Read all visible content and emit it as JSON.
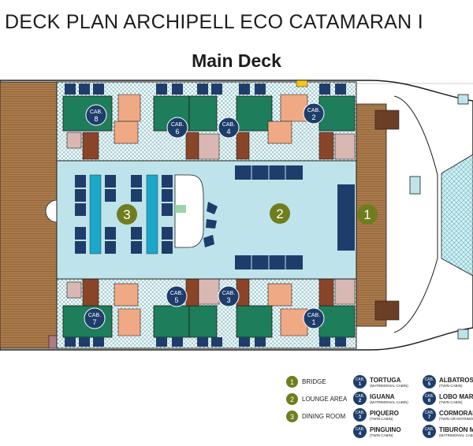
{
  "title": "DECK PLAN ARCHIPELL ECO CATAMARAN I",
  "subtitle": "Main Deck",
  "cabin_prefix": "CAB.",
  "zones": [
    {
      "num": "1",
      "name": "BRIDGE"
    },
    {
      "num": "2",
      "name": "LOUNGE AREA"
    },
    {
      "num": "3",
      "name": "DINING ROOM"
    }
  ],
  "cabins": [
    {
      "num": "1",
      "name": "TORTUGA",
      "type": "(MATRIMONIAL CABIN)"
    },
    {
      "num": "2",
      "name": "IGUANA",
      "type": "(MATRIMONIAL CABIN)"
    },
    {
      "num": "3",
      "name": "PIQUERO",
      "type": "(TWIN CABIN)"
    },
    {
      "num": "4",
      "name": "PINGUINO",
      "type": "(TWIN CABIN)"
    },
    {
      "num": "5",
      "name": "ALBATROS",
      "type": "(TWIN CABIN)"
    },
    {
      "num": "6",
      "name": "LOBO MARI",
      "type": "(TWIN CABIN)"
    },
    {
      "num": "7",
      "name": "CORMORAN",
      "type": "(TWIN OR MATRIMONIAL)"
    },
    {
      "num": "8",
      "name": "TIBURON M",
      "type": "(MATRIMONIAL CABIN)"
    }
  ],
  "colors": {
    "navy": "#1e3d6b",
    "olive": "#6f7d1e",
    "wood": "#a97a4b",
    "lounge": "#bfe3ea",
    "green": "#1e7d5a",
    "cyan": "#1aa7c9",
    "salmon": "#f0a985",
    "brown": "#8a4528",
    "tile": "#a6cfd5"
  }
}
